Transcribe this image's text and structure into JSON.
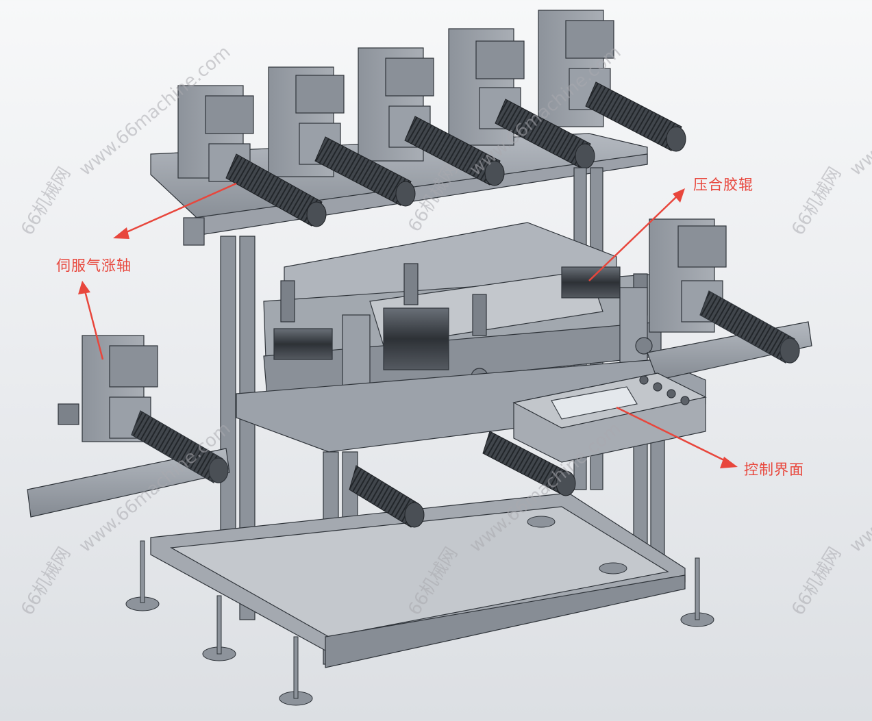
{
  "callouts": {
    "servo_shaft": "伺服气涨轴",
    "laminating_roller": "压合胶辊",
    "control_panel": "控制界面"
  },
  "watermark": {
    "brand": "66机械网",
    "url": "www.66machine.com"
  },
  "colors": {
    "callout": "#e8463c",
    "metal": "#9aa0a8",
    "metal_dark": "#5f656e",
    "edge": "#2f343a",
    "roller": "#3b3f45"
  }
}
